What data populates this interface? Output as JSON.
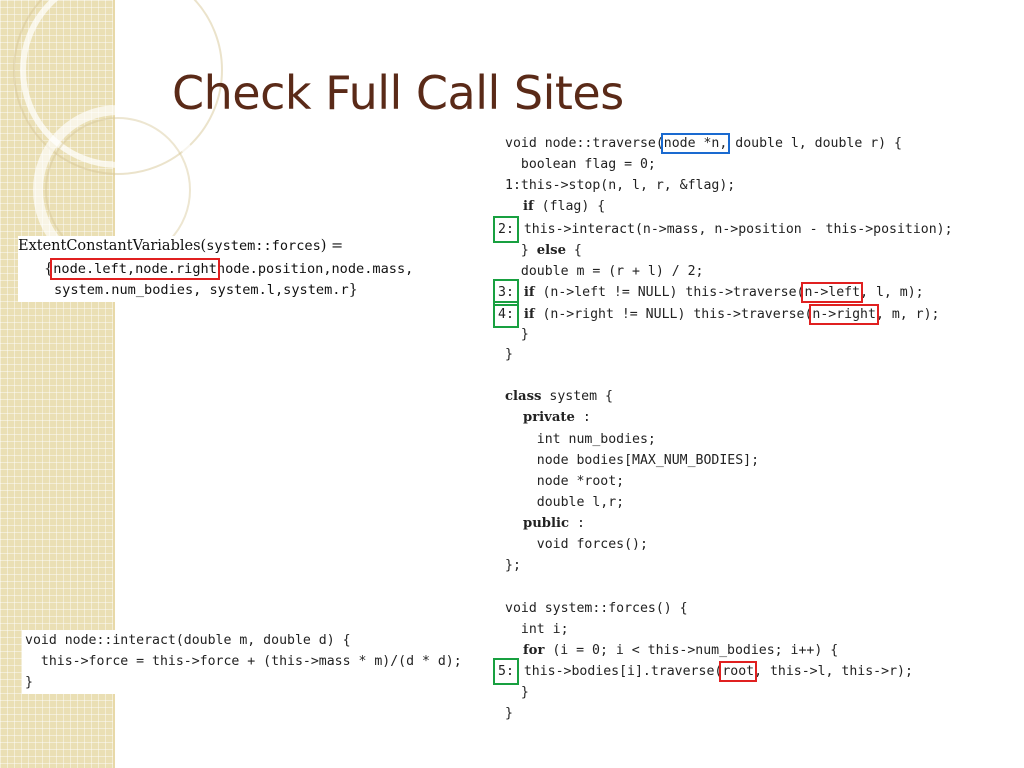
{
  "title": "Check Full Call Sites",
  "ext": {
    "l1_name": "ExtentConstantVariables",
    "l1_open": "(",
    "l1_arg": "system::forces",
    "l1_close": ") =",
    "l2_brace": "{",
    "l2_boxed": "node.left,node.right",
    "l2_rest": "node.position,node.mass,",
    "l3_text": "system.num_bodies, system.l,system.r",
    "l3_brace": "}"
  },
  "traverse": {
    "l1_pre": "void node::traverse(",
    "l1_boxed": "node *n,",
    "l1_post": " double l, double r) {",
    "l2": "  boolean flag = 0;",
    "l3": "1:this->stop(n, l, r, &flag);",
    "l4_kw": "if",
    "l4_rest": " (flag) {",
    "l5_num": "2:",
    "l5_code": " this->interact(n->mass, n->position - this->position);",
    "l6_pre": "  } ",
    "l6_kw": "else",
    "l6_post": " {",
    "l7": "  double m = (r + l) / 2;",
    "l8_num": "3:",
    "l8_kw": "if",
    "l8_pre": " (n->left != NULL) this->traverse(",
    "l8_boxed": "n->left",
    "l8_post": ", l, m);",
    "l9_num": "4:",
    "l9_kw": "if",
    "l9_pre": " (n->right != NULL) this->traverse(",
    "l9_boxed": "n->right",
    "l9_post": ", m, r);",
    "l10": "  }",
    "l11": "}"
  },
  "sysclass": {
    "l1_kw": "class",
    "l1_rest": " system {",
    "l2_kw": "private",
    "l2_colon": " :",
    "l3": "    int num_bodies;",
    "l4": "    node bodies[MAX_NUM_BODIES];",
    "l5": "    node *root;",
    "l6": "    double l,r;",
    "l7_kw": "public",
    "l7_colon": " :",
    "l8": "    void forces();",
    "l9": "};"
  },
  "forces": {
    "l1": "void system::forces() {",
    "l2": "  int i;",
    "l3_kw": "for",
    "l3_rest": " (i = 0; i < this->num_bodies; i++) {",
    "l4_num": "5:",
    "l4_pre": " this->bodies[i].traverse(",
    "l4_boxed": "root",
    "l4_post": ", this->l, this->r);",
    "l5": "  }",
    "l6": "}"
  },
  "interact": {
    "l1": "void node::interact(double m, double d) {",
    "l2": "  this->force = this->force + (this->mass * m)/(d * d);",
    "l3": "}"
  }
}
